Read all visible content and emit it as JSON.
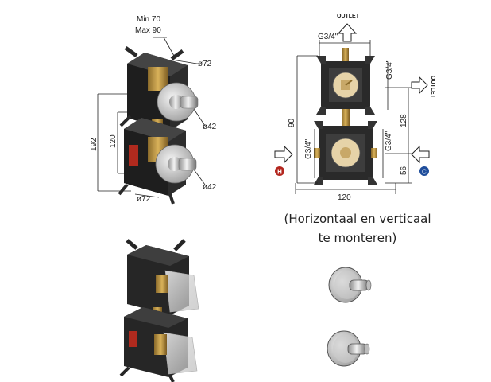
{
  "iso_view": {
    "depth_min": "Min 70",
    "depth_max": "Max 90",
    "diam_72_top": "ø72",
    "diam_42_top": "ø42",
    "diam_42_bottom": "ø42",
    "diam_72_bottom": "ø72",
    "height_192": "192",
    "height_120": "120"
  },
  "front_view": {
    "outlet_top": "OUTLET",
    "outlet_right": "OUTLET",
    "thread_top": "G3/4\"",
    "thread_right_top": "G3/4\"",
    "thread_left_bottom": "G3/4\"",
    "thread_right_bottom": "G3/4\"",
    "height_90": "90",
    "height_128": "128",
    "height_56": "56",
    "width_120": "120",
    "hot_marker": "H",
    "cold_marker": "C",
    "hot_color": "#b3261e",
    "cold_color": "#1f4e9c"
  },
  "caption": {
    "line1": "(Horizontaal en verticaal",
    "line2": "te monteren)"
  }
}
